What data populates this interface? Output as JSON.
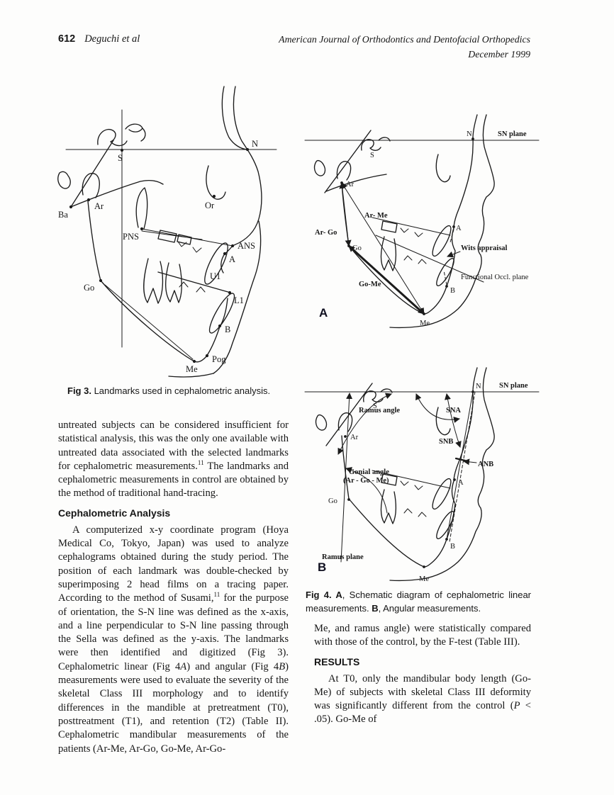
{
  "header": {
    "page_number": "612",
    "authors": "Deguchi et al",
    "journal_title": "American Journal of Orthodontics and Dentofacial Orthopedics",
    "issue_date": "December 1999"
  },
  "fig3": {
    "caption_runs": [
      {
        "t": "Fig 3.",
        "b": true
      },
      {
        "t": " Landmarks used in cephalometric analysis."
      }
    ],
    "landmarks": {
      "s": "S",
      "n": "N",
      "ba": "Ba",
      "ar": "Ar",
      "or": "Or",
      "pns": "PNS",
      "ans": "ANS",
      "a": "A",
      "u1": "U1",
      "l1": "L1",
      "go": "Go",
      "b": "B",
      "pog": "Pog",
      "me": "Me"
    }
  },
  "fig4a": {
    "panel_letter": "A",
    "labels": {
      "sn_plane": "SN plane",
      "n": "N",
      "s": "S",
      "ar": "Ar",
      "ar_me": "Ar- Me",
      "ar_go": "Ar- Go",
      "go": "Go",
      "go_me": "Go-Me",
      "a": "A",
      "b": "B",
      "me": "Me",
      "wits": "Wits appraisal",
      "func_occl": "Functional Occl. plane"
    }
  },
  "fig4b": {
    "panel_letter": "B",
    "labels": {
      "sn_plane": "SN plane",
      "n": "N",
      "s": "S",
      "ar": "Ar",
      "ramus_angle": "Ramus angle",
      "sna": "SNA",
      "snb": "SNB",
      "anb": "ANB",
      "gonial_angle_line1": "Gonial angle",
      "gonial_angle_line2": "(Ar - Go - Me)",
      "go": "Go",
      "a": "A",
      "b": "B",
      "me": "Me",
      "ramus_plane": "Ramus plane"
    }
  },
  "fig4_caption_runs": [
    {
      "t": "Fig 4. A",
      "b": true
    },
    {
      "t": ", Schematic diagram of cephalometric linear measurements. "
    },
    {
      "t": "B",
      "b": true
    },
    {
      "t": ", Angular measurements."
    }
  ],
  "left_column": {
    "para1_runs": [
      {
        "t": "untreated subjects can be considered insufficient for statistical analysis, this was the only one available with untreated data associated with the selected landmarks for cephalometric measurements."
      },
      {
        "t": "11",
        "sup": true
      },
      {
        "t": " The landmarks and cephalometric measurements in control are obtained by the method of traditional hand-tracing."
      }
    ],
    "heading1": "Cephalometric Analysis",
    "para2_runs": [
      {
        "t": "A computerized x-y coordinate program (Hoya Medical Co, Tokyo, Japan) was used to analyze cephalograms obtained during the study period. The position of each landmark was double-checked by superimposing 2 head films on a tracing paper. According to the method of Susami,"
      },
      {
        "t": "11",
        "sup": true
      },
      {
        "t": " for the purpose of orientation, the S-N line was defined as the x-axis, and a line perpendicular to S-N line passing through the Sella was defined as the y-axis. The landmarks were then identified and digitized (Fig 3). Cephalometric linear (Fig 4"
      },
      {
        "t": "A",
        "i": true
      },
      {
        "t": ") and angular (Fig 4"
      },
      {
        "t": "B",
        "i": true
      },
      {
        "t": ") measurements were used to evaluate the severity of the skeletal Class III morphology and to identify differences in the mandible at pretreatment (T0), posttreatment (T1), and retention (T2) (Table II). Cephalometric mandibular measurements of the patients (Ar-Me, Ar-Go, Go-Me, Ar-Go-"
      }
    ]
  },
  "right_column": {
    "para1_runs": [
      {
        "t": "Me, and ramus angle) were statistically compared with those of the control, by the F-test (Table III)."
      }
    ],
    "heading1": "RESULTS",
    "para2_runs": [
      {
        "t": "At T0, only the mandibular body length (Go-Me) of subjects with skeletal Class III deformity was significantly different from the control ("
      },
      {
        "t": "P",
        "i": true
      },
      {
        "t": " < .05). Go-Me of"
      }
    ]
  }
}
